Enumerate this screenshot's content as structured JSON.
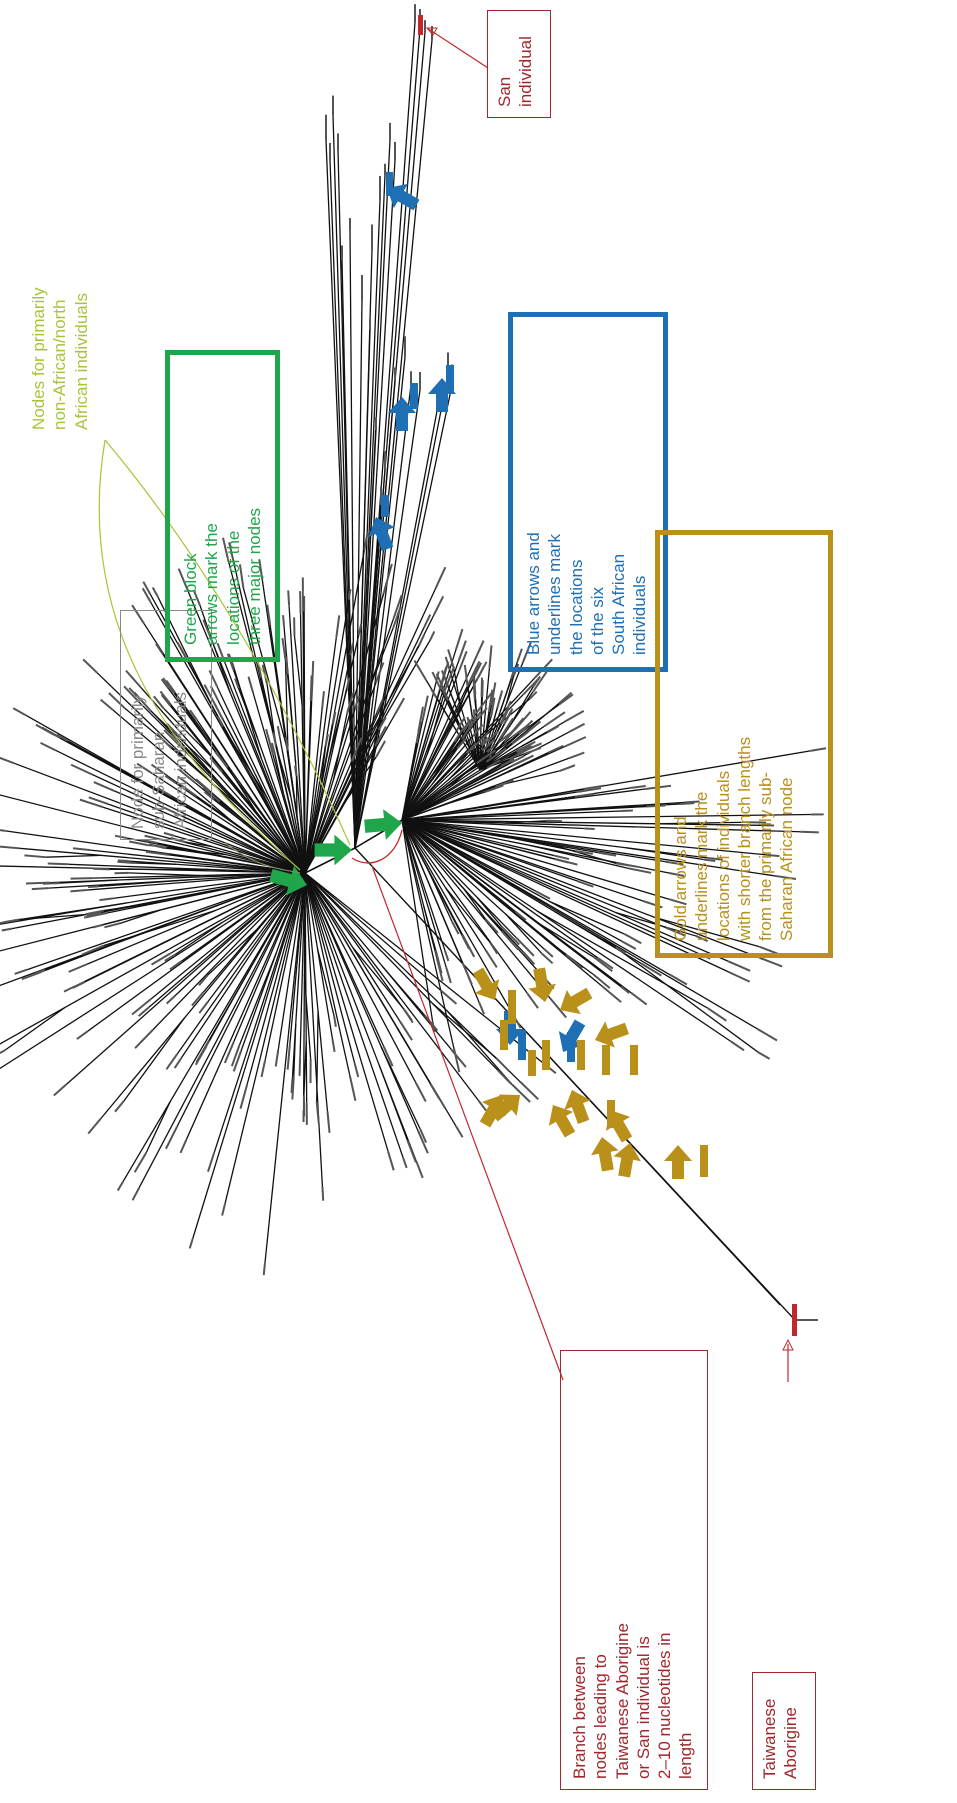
{
  "annotations": {
    "san": {
      "lines": [
        "San",
        "individual"
      ],
      "color": "#a0282d"
    },
    "nodes_non_african": {
      "lines": [
        "Nodes for primarily",
        "non-African/north",
        "African individuals"
      ],
      "color": "#a6c53a"
    },
    "node_sub_saharan": {
      "lines": [
        "Node for primarily",
        "sub-Saharan",
        "African individuals"
      ],
      "color": "#8a8a8a"
    },
    "green_block": {
      "lines": [
        "Green block",
        "arrows mark the",
        "locations of the",
        "three major nodes"
      ],
      "color": "#1fa64a"
    },
    "blue_arrows": {
      "lines": [
        "Blue arrows and",
        "underlines mark",
        "the locations",
        "of the six",
        "South African",
        "individuals"
      ],
      "color": "#1f6fb5"
    },
    "gold_arrows": {
      "lines": [
        "Gold arrows and",
        "underlines mark the",
        "locations of individuals",
        "with shorter branch lengths",
        "from the primarily sub-",
        "Saharan African node"
      ],
      "color": "#b8901a"
    },
    "branch_between": {
      "lines": [
        "Branch between",
        "nodes leading to",
        "Taiwanese Aborigine",
        "or San individual is",
        "2–10 nucleotides in",
        "length"
      ],
      "color": "#a0282d"
    },
    "taiwanese": {
      "lines": [
        "Taiwanese",
        "Aborigine"
      ],
      "color": "#a0282d"
    }
  },
  "colors": {
    "tree": "#111111",
    "green_arrow": "#1fa64a",
    "blue_marker": "#1f6fb5",
    "gold_marker": "#b8901a",
    "red_marker": "#c0282d"
  }
}
